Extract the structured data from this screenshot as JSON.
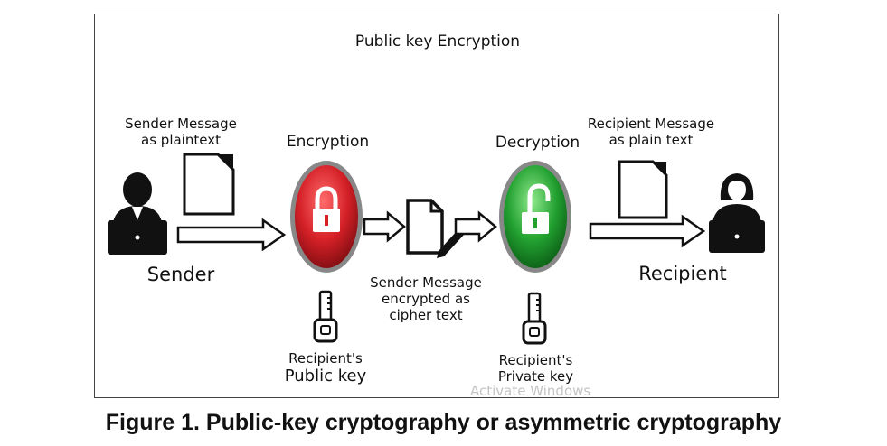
{
  "title": "Public key Encryption",
  "sender": {
    "message": "Sender Message",
    "message_line2": "as plaintext",
    "label": "Sender"
  },
  "encryption": {
    "heading": "Encryption",
    "key_line1": "Recipient's",
    "key_line2": "Public key",
    "lock_color": "#d42027"
  },
  "cipher": {
    "line1": "Sender Message",
    "line2": "encrypted as",
    "line3": "cipher text"
  },
  "decryption": {
    "heading": "Decryption",
    "key_line1": "Recipient's",
    "key_line2": "Private key",
    "lock_color": "#22a030"
  },
  "recipient": {
    "message": "Recipient Message",
    "message_line2": "as plain text",
    "label": "Recipient"
  },
  "watermark": "Activate Windows",
  "caption": "Figure 1. Public-key cryptography or asymmetric cryptography",
  "icons": [
    "sender-person-icon",
    "document-icon",
    "arrow-icon",
    "red-lock-icon",
    "key-icon",
    "cipher-document-icon",
    "green-unlock-icon",
    "recipient-person-icon"
  ]
}
